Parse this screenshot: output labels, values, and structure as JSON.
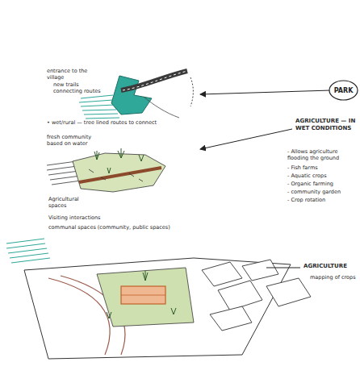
{
  "diagram": {
    "nodes": [
      {
        "text": [
          "PARK"
        ]
      }
    ],
    "labels": [
      "entrance to the village",
      "new trails connecting routes",
      "• wet/rural — tree lined routes to connect",
      "fresh community based on water",
      "AGRICULTURE — IN WET CONDITIONS",
      "- Allows agriculture flooding the ground",
      "- Fish farms",
      "- Aquatic crops",
      "- Organic farming",
      "- community garden",
      "- Crop rotation",
      "Agricultural spaces",
      "Visiting interactions",
      "communal spaces (community, public spaces)",
      "AGRICULTURE",
      "mapping of crops"
    ]
  }
}
